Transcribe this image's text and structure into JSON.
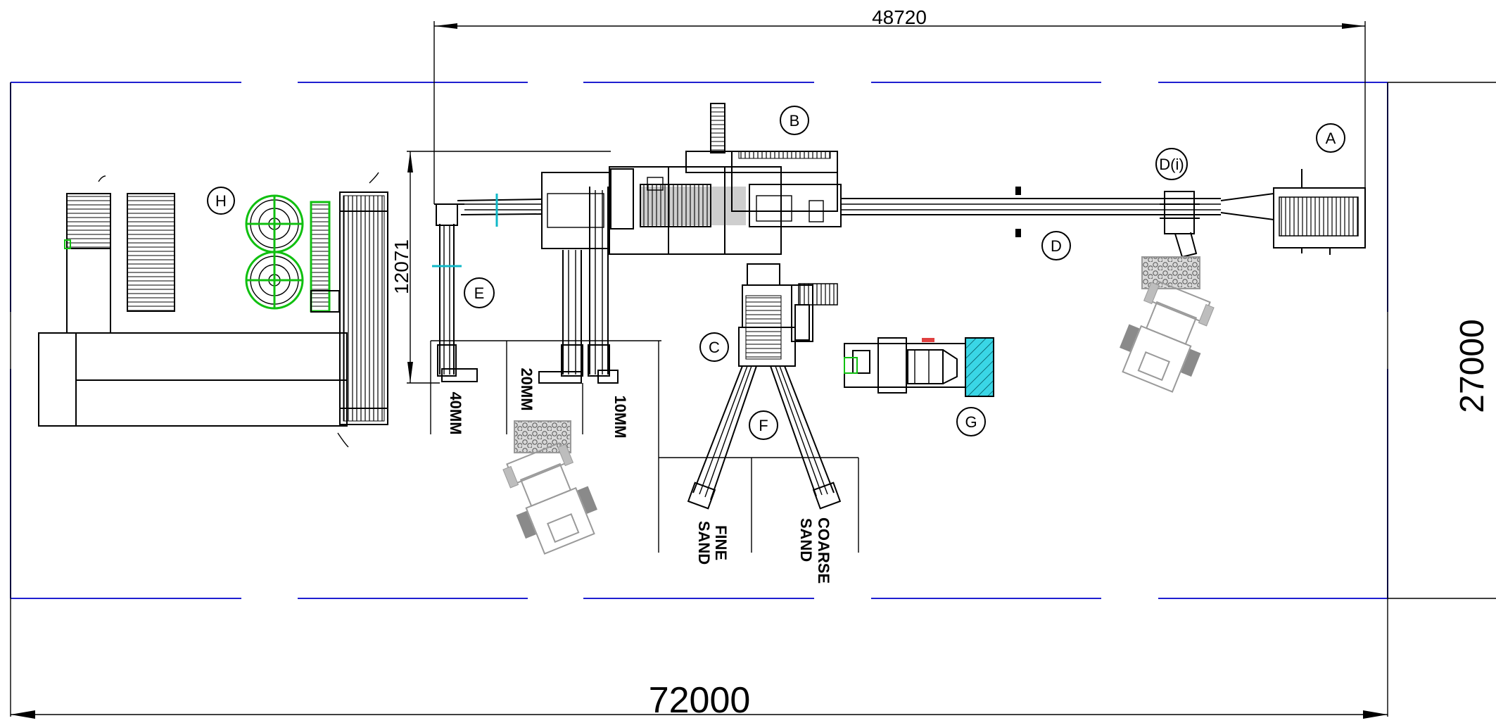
{
  "drawing": {
    "dimensions": {
      "overall_length": "72000",
      "top_length": "48720",
      "overall_width": "27000",
      "feed_height": "12071"
    },
    "labels": {
      "A": "A",
      "B": "B",
      "C": "C",
      "D": "D",
      "Di": "D(i)",
      "E": "E",
      "F": "F",
      "G": "G",
      "H": "H"
    },
    "stockpiles": {
      "mm40": "40MM",
      "mm20": "20MM",
      "mm10": "10MM",
      "fine_sand_line1": "FINE",
      "fine_sand_line2": "SAND",
      "coarse_sand_line1": "COARSE",
      "coarse_sand_line2": "SAND"
    },
    "colors": {
      "boundary": "#1f1fd0",
      "water_tank": "#10c010",
      "filter_press_hatch": "#10b8c8",
      "vehicles": "#9a9a9a"
    }
  }
}
